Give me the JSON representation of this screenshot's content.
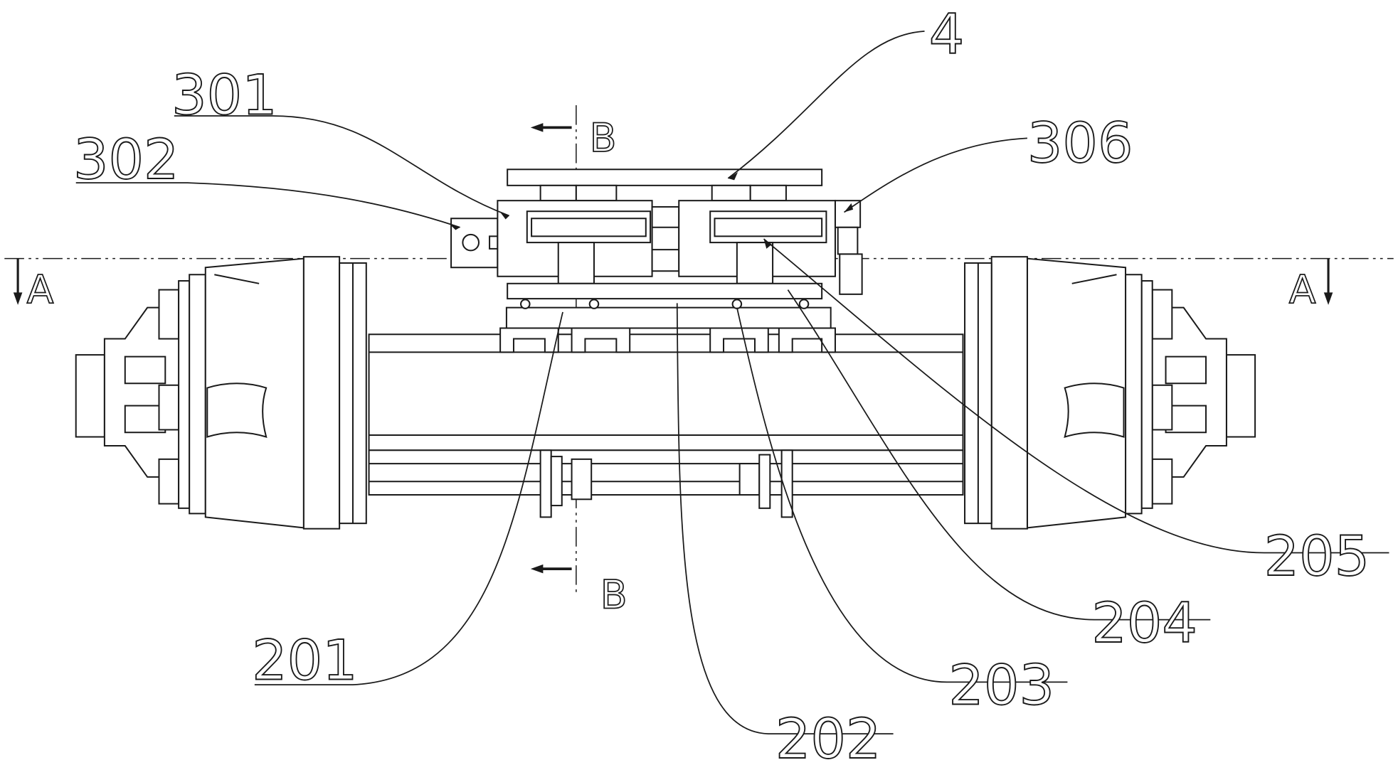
{
  "figure": {
    "section_marks": {
      "a_left": "A",
      "a_right": "A",
      "b_top": "B",
      "b_bottom": "B"
    },
    "labels": {
      "l4": "4",
      "l301": "301",
      "l302": "302",
      "l306": "306",
      "l205": "205",
      "l204": "204",
      "l203": "203",
      "l202": "202",
      "l201": "201"
    }
  }
}
